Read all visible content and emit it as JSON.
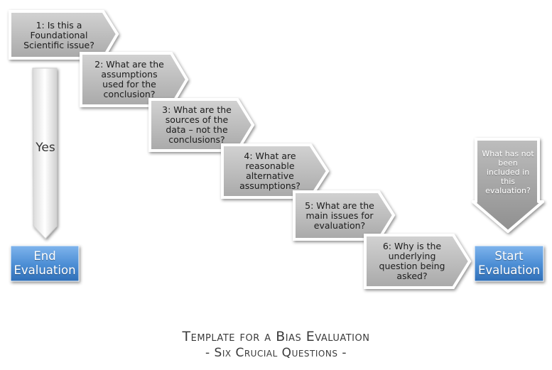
{
  "steps": [
    {
      "text": "1:  Is this a\nFoundational\nScientific issue?"
    },
    {
      "text": "2:  What are the\nassumptions\nused for the\nconclusion?"
    },
    {
      "text": "3:  What are the\nsources of the\ndata – not the\nconclusions?"
    },
    {
      "text": "4:  What are\nreasonable\nalternative\nassumptions?"
    },
    {
      "text": "5:  What are the\nmain issues for\nevaluation?"
    },
    {
      "text": "6:  Why is the\nunderlying\nquestion being\nasked?"
    }
  ],
  "yes_label": "Yes",
  "end_button": "End\nEvaluation",
  "start_button": "Start\nEvaluation",
  "callout": "What has not\nbeen\nincluded in\nthis\nevaluation?",
  "caption": {
    "title": "Template for a Bias Evaluation",
    "subtitle": "-  Six Crucial Questions  -"
  },
  "colors": {
    "step_fill": "#bfbfbf",
    "step_border": "#ffffff",
    "button_blue": "#4f90d6",
    "callout_fill": "#a8a8a8"
  }
}
